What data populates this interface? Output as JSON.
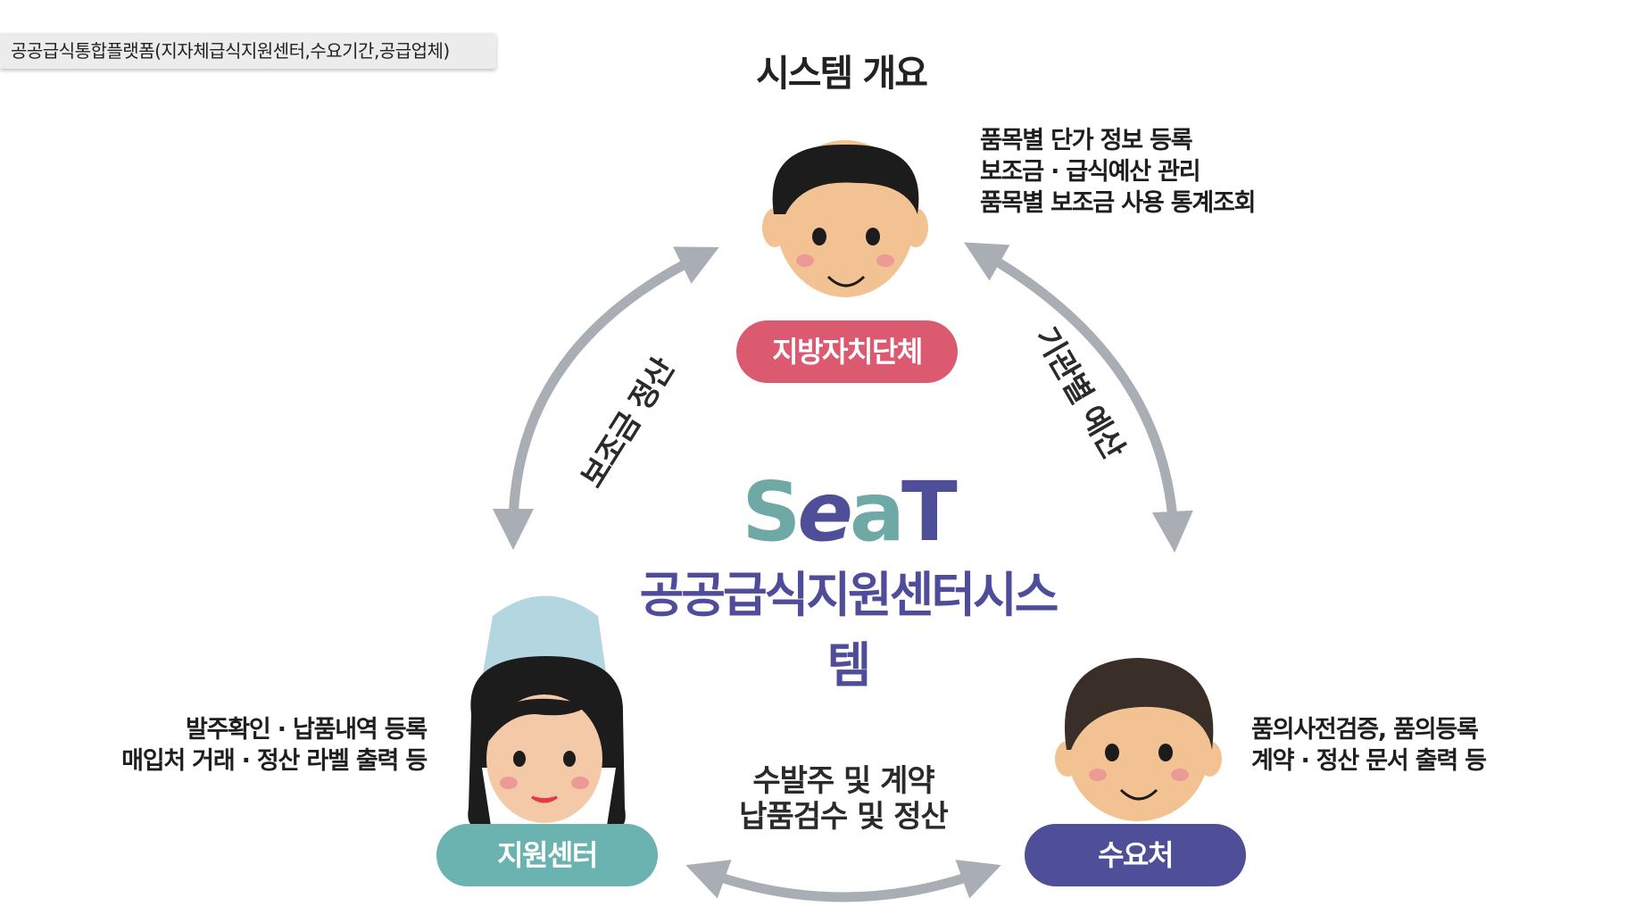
{
  "tab": {
    "label": "공공급식통합플랫폼(지자체급식지원센터,수요기간,공급업체)"
  },
  "title": "시스템 개요",
  "logo": {
    "mark": "SeaT",
    "subtitle": "공공급식지원센터시스템"
  },
  "nodes": {
    "local_gov": {
      "label": "지방자치단체",
      "color": "#dc5a70",
      "desc": [
        "품목별 단가 정보 등록",
        "보조금 · 급식예산 관리",
        "품목별 보조금 사용 통계조회"
      ]
    },
    "support_center": {
      "label": "지원센터",
      "color": "#6bb3b1",
      "desc": [
        "발주확인 · 납품내역 등록",
        "매입처 거래 · 정산 라벨 출력 등"
      ]
    },
    "demand": {
      "label": "수요처",
      "color": "#4e4f98",
      "desc": [
        "품의사전검증, 품의등록",
        "계약 · 정산 문서 출력 등"
      ]
    }
  },
  "flows": {
    "left": "보조금 정산",
    "right": "기관별 예산",
    "bottom": [
      "수발주 및 계약",
      "납품검수 및 정산"
    ]
  },
  "colors": {
    "arrow": "#a8aeb3"
  }
}
